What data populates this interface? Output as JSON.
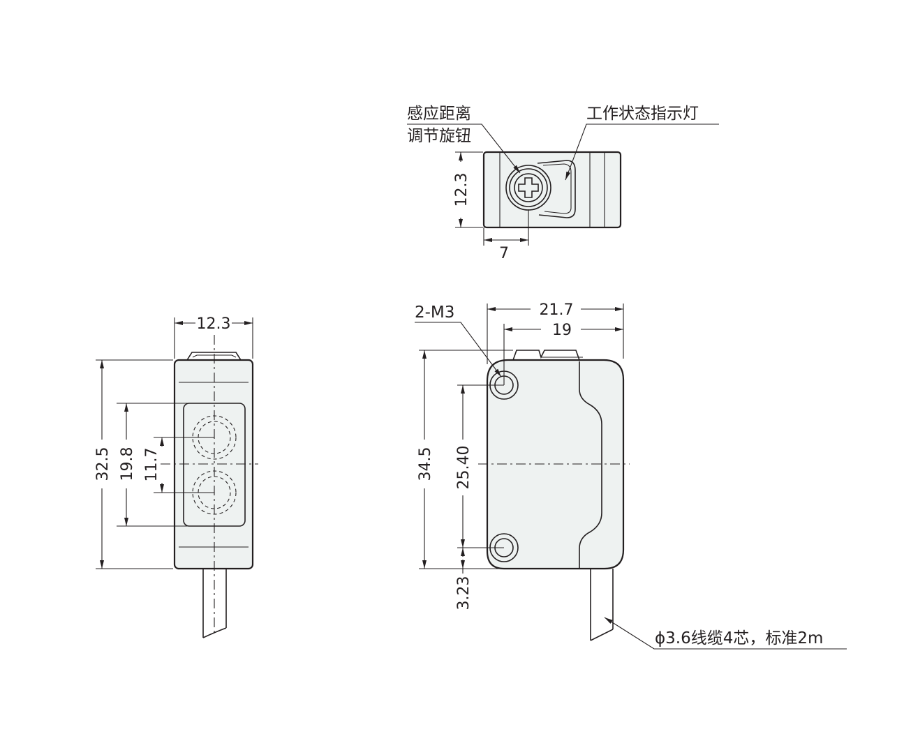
{
  "top_view": {
    "knob_label_line1": "感应距离",
    "knob_label_line2": "调节旋钮",
    "indicator_label": "工作状态指示灯",
    "dim_height": "12.3",
    "dim_knob_offset": "7"
  },
  "end_view": {
    "dim_width": "12.3",
    "dim_height": "32.5",
    "dim_lens_span": "19.8",
    "dim_lens_pitch": "11.7"
  },
  "side_view": {
    "hole_label": "2-M3",
    "dim_width": "21.7",
    "dim_hole_pitch_x": "19",
    "dim_height": "34.5",
    "dim_hole_pitch_y": "25.40",
    "dim_hole_bottom": "3.23",
    "cable_label": "ϕ3.6线缆4芯，标准2m"
  }
}
